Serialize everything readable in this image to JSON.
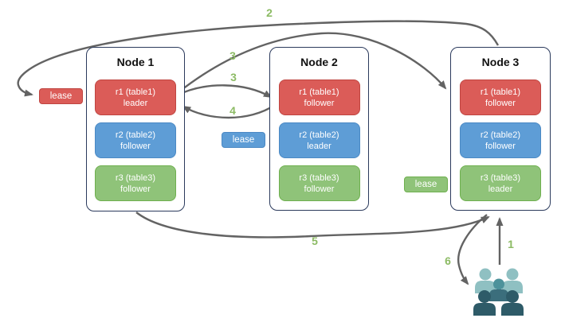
{
  "palette": {
    "node_border": "#2b3a5c",
    "replica_red": "#db5c58",
    "replica_red_border": "#bf4541",
    "replica_blue": "#5e9dd6",
    "replica_blue_border": "#4b89c4",
    "replica_green": "#8fc379",
    "replica_green_border": "#6fb04f",
    "arrow": "#636363",
    "step_label": "#8cbb64",
    "users_light": "#8fc0c2",
    "users_mid_head": "#4d929b",
    "users_mid_body": "#3b6e7c",
    "users_dark": "#2e5b68",
    "replica_text": "#ffffff",
    "node_title_text": "#111111"
  },
  "nodes": [
    {
      "title": "Node 1",
      "replicas": [
        {
          "name": "r1 (table1)",
          "role": "leader",
          "color": "red"
        },
        {
          "name": "r2 (table2)",
          "role": "follower",
          "color": "blue"
        },
        {
          "name": "r3 (table3)",
          "role": "follower",
          "color": "green"
        }
      ]
    },
    {
      "title": "Node 2",
      "replicas": [
        {
          "name": "r1 (table1)",
          "role": "follower",
          "color": "red"
        },
        {
          "name": "r2 (table2)",
          "role": "leader",
          "color": "blue"
        },
        {
          "name": "r3 (table3)",
          "role": "follower",
          "color": "green"
        }
      ]
    },
    {
      "title": "Node 3",
      "replicas": [
        {
          "name": "r1 (table1)",
          "role": "follower",
          "color": "red"
        },
        {
          "name": "r2 (table2)",
          "role": "follower",
          "color": "blue"
        },
        {
          "name": "r3 (table3)",
          "role": "leader",
          "color": "green"
        }
      ]
    }
  ],
  "leases": [
    {
      "label": "lease",
      "color": "red"
    },
    {
      "label": "lease",
      "color": "blue"
    },
    {
      "label": "lease",
      "color": "green"
    }
  ],
  "steps": [
    {
      "label": "2"
    },
    {
      "label": "3"
    },
    {
      "label": "3"
    },
    {
      "label": "4"
    },
    {
      "label": "5"
    },
    {
      "label": "6"
    },
    {
      "label": "1"
    }
  ]
}
